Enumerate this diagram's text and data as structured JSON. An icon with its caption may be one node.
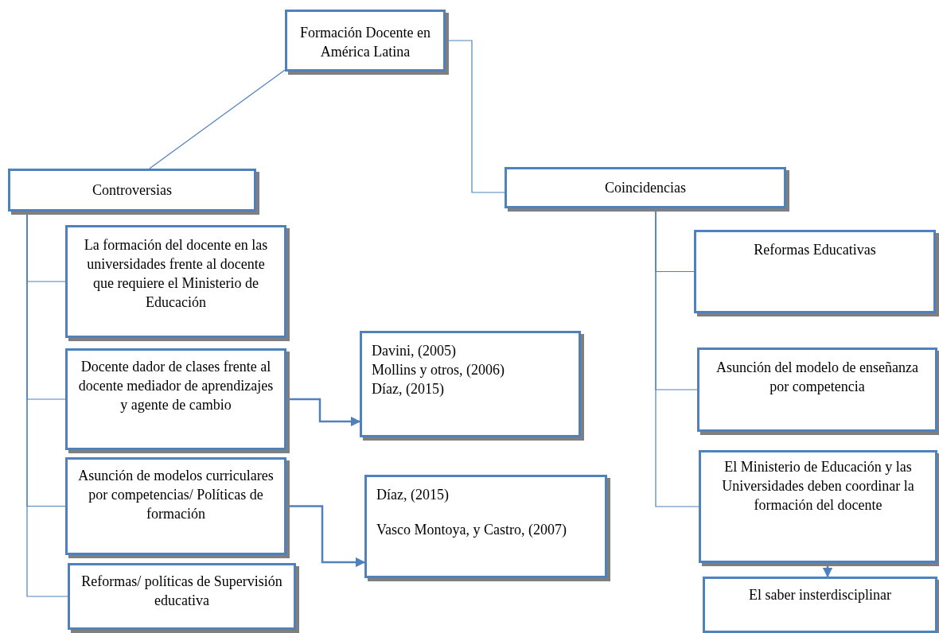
{
  "diagram": {
    "nodes": [
      {
        "text": [
          "Formación Docente en América Latina"
        ]
      },
      {
        "text": [
          "Controversias"
        ]
      },
      {
        "text": [
          "Coincidencias"
        ]
      },
      {
        "text": [
          "La formación del docente en las universidades frente al docente que requiere el Ministerio de Educación"
        ]
      },
      {
        "text": [
          "Docente dador de clases frente al docente mediador de aprendizajes y agente de cambio"
        ]
      },
      {
        "text": [
          "Davini, (2005)",
          "Mollins y otros, (2006)",
          "Díaz, (2015)"
        ]
      },
      {
        "text": [
          "Asunción de modelos curriculares por competencias/ Políticas de formación"
        ]
      },
      {
        "text": [
          "Díaz, (2015)",
          "Vasco Montoya, y Castro, (2007)"
        ]
      },
      {
        "text": [
          "Reformas/ políticas de Supervisión educativa"
        ]
      },
      {
        "text": [
          "Reformas Educativas"
        ]
      },
      {
        "text": [
          "Asunción del modelo de enseñanza por competencia"
        ]
      },
      {
        "text": [
          "El Ministerio de Educación y las Universidades deben coordinar la formación del docente"
        ]
      },
      {
        "text": [
          "El saber insterdisciplinar"
        ]
      }
    ],
    "edges": [
      {
        "from": 0,
        "to": 1,
        "arrow": "none"
      },
      {
        "from": 0,
        "to": 2,
        "arrow": "none"
      },
      {
        "from": 1,
        "to": 3,
        "arrow": "none"
      },
      {
        "from": 1,
        "to": 4,
        "arrow": "none"
      },
      {
        "from": 1,
        "to": 6,
        "arrow": "none"
      },
      {
        "from": 1,
        "to": 8,
        "arrow": "none"
      },
      {
        "from": 2,
        "to": 9,
        "arrow": "none"
      },
      {
        "from": 2,
        "to": 10,
        "arrow": "none"
      },
      {
        "from": 2,
        "to": 11,
        "arrow": "none"
      },
      {
        "from": 4,
        "to": 5,
        "arrow": "to"
      },
      {
        "from": 6,
        "to": 7,
        "arrow": "to"
      },
      {
        "from": 11,
        "to": 12,
        "arrow": "to"
      }
    ]
  }
}
